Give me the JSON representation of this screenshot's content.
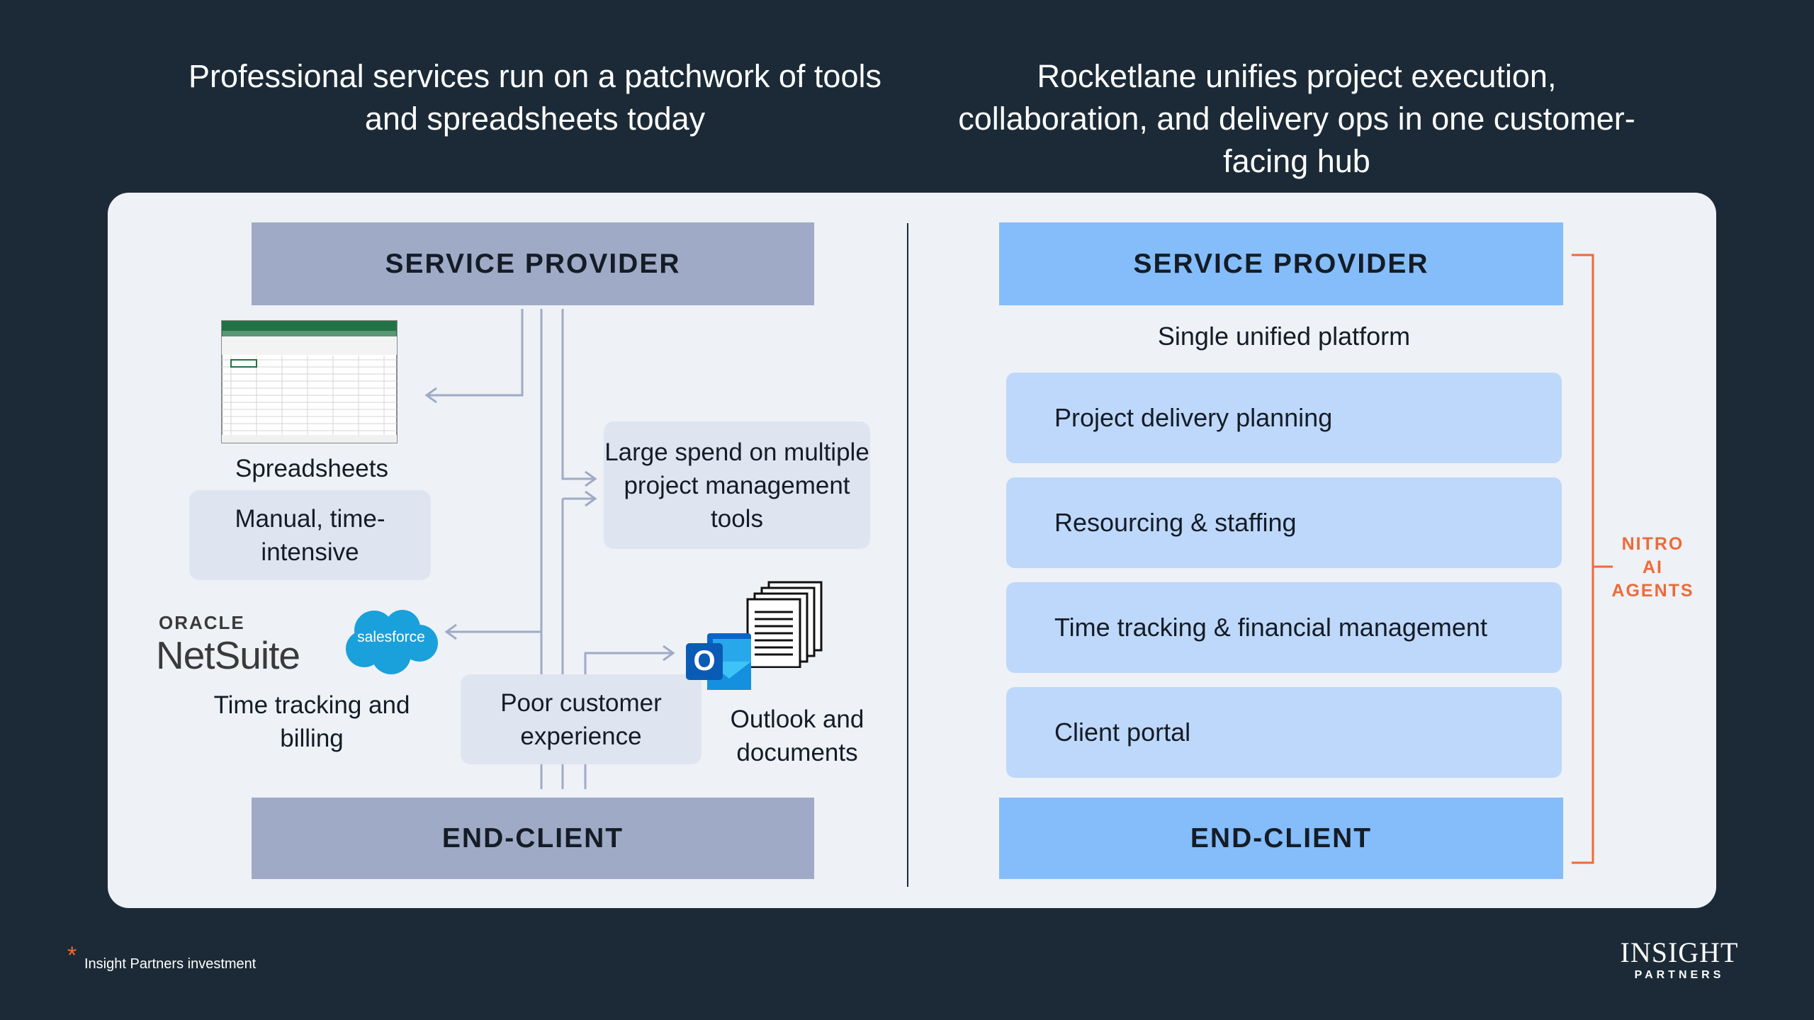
{
  "headlines": {
    "left": "Professional services run on a patchwork of tools and spreadsheets today",
    "right": "Rocketlane unifies project execution, collaboration, and delivery ops in one customer-facing hub"
  },
  "left": {
    "service_provider": "SERVICE PROVIDER",
    "end_client": "END-CLIENT",
    "spreadsheets_label": "Spreadsheets",
    "manual_callout": "Manual, time-intensive",
    "large_spend_callout": "Large spend on multiple project management tools",
    "oracle_text": "ORACLE",
    "netsuite_text": "NetSuite",
    "salesforce_text": "salesforce",
    "time_tracking_label": "Time tracking and billing",
    "poor_experience_callout": "Poor customer experience",
    "outlook_label": "Outlook and documents",
    "outlook_letter": "O"
  },
  "right": {
    "service_provider": "SERVICE PROVIDER",
    "unified_label": "Single unified platform",
    "features": [
      "Project delivery planning",
      "Resourcing & staffing",
      "Time tracking & financial management",
      "Client portal"
    ],
    "end_client": "END-CLIENT",
    "nitro": [
      "NITRO",
      "AI",
      "AGENTS"
    ]
  },
  "footer": {
    "asterisk": "*",
    "note": "Insight Partners investment",
    "logo_top": "INSIGHT",
    "logo_bottom": "PARTNERS"
  },
  "colors": {
    "background": "#1b2a36",
    "panel": "#eef1f6",
    "gray_bar": "#9fabc6",
    "blue_bar": "#85bdfb",
    "feature_box": "#bed8fb",
    "accent": "#ee6a37"
  }
}
